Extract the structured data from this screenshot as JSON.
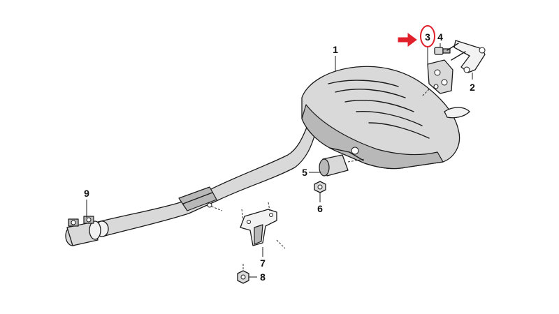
{
  "parts": [
    {
      "id": "1",
      "label": "1"
    },
    {
      "id": "2",
      "label": "2"
    },
    {
      "id": "3",
      "label": "3"
    },
    {
      "id": "4",
      "label": "4"
    },
    {
      "id": "5",
      "label": "5"
    },
    {
      "id": "6",
      "label": "6"
    },
    {
      "id": "7",
      "label": "7"
    },
    {
      "id": "8",
      "label": "8"
    },
    {
      "id": "9",
      "label": "9"
    }
  ],
  "highlight": {
    "part": "3",
    "color": "#e0202a"
  },
  "colors": {
    "line": "#1a1a1a",
    "fill": "#d9d9d9",
    "shade": "#b8b8b8"
  }
}
